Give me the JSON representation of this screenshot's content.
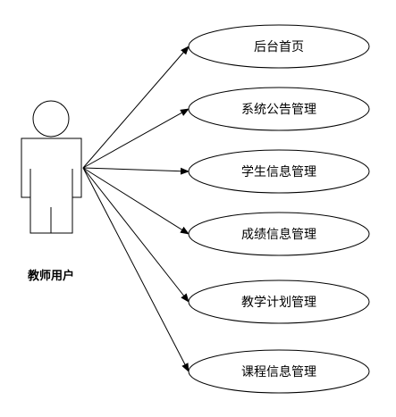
{
  "actor": {
    "name": "教师用户"
  },
  "use_cases": [
    {
      "label": "后台首页"
    },
    {
      "label": "系统公告管理"
    },
    {
      "label": "学生信息管理"
    },
    {
      "label": "成绩信息管理"
    },
    {
      "label": "教学计划管理"
    },
    {
      "label": "课程信息管理"
    }
  ],
  "colors": {
    "stroke": "#000000",
    "fill": "#ffffff",
    "background": "#ffffff"
  }
}
